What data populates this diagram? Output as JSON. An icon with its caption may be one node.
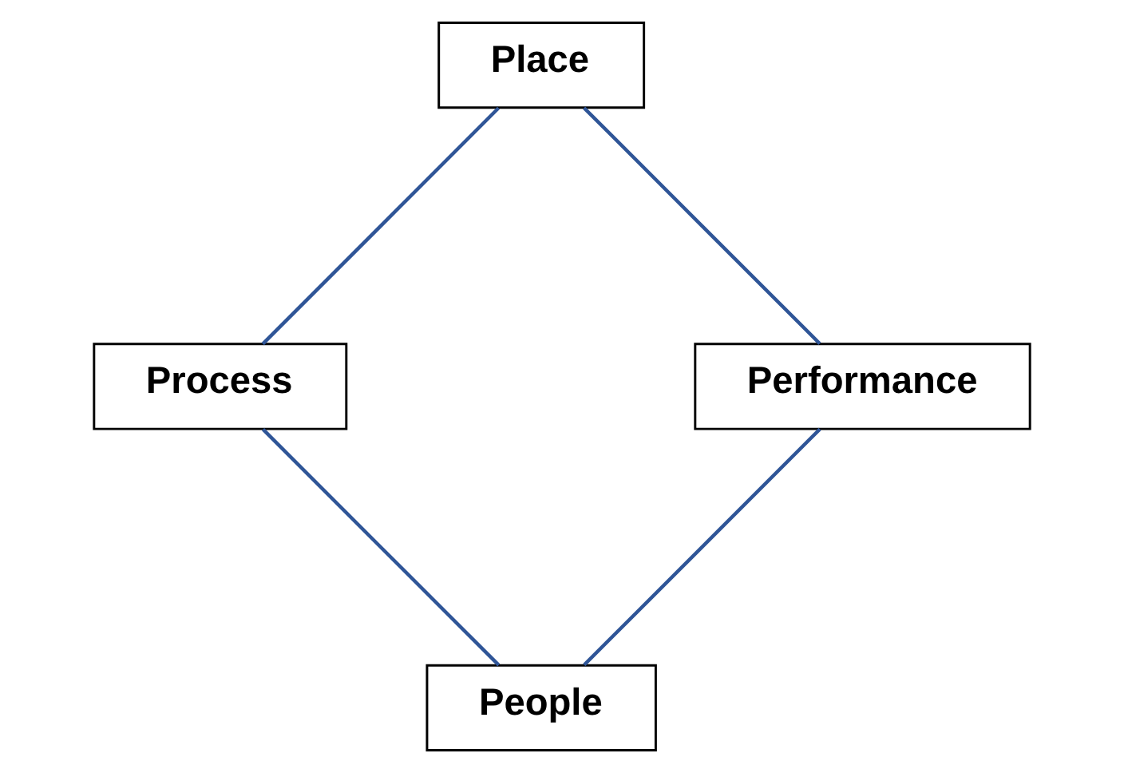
{
  "diagram": {
    "nodes": [
      {
        "text": [
          "People"
        ]
      },
      {
        "text": [
          "Performance"
        ]
      },
      {
        "text": [
          "Process"
        ]
      },
      {
        "text": [
          "Place"
        ]
      }
    ],
    "edges": [
      {
        "from": 0,
        "to": 2,
        "arrow": "none"
      },
      {
        "from": 2,
        "to": 3,
        "arrow": "none"
      },
      {
        "from": 3,
        "to": 1,
        "arrow": "none"
      },
      {
        "from": 1,
        "to": 0,
        "arrow": "none"
      }
    ]
  }
}
